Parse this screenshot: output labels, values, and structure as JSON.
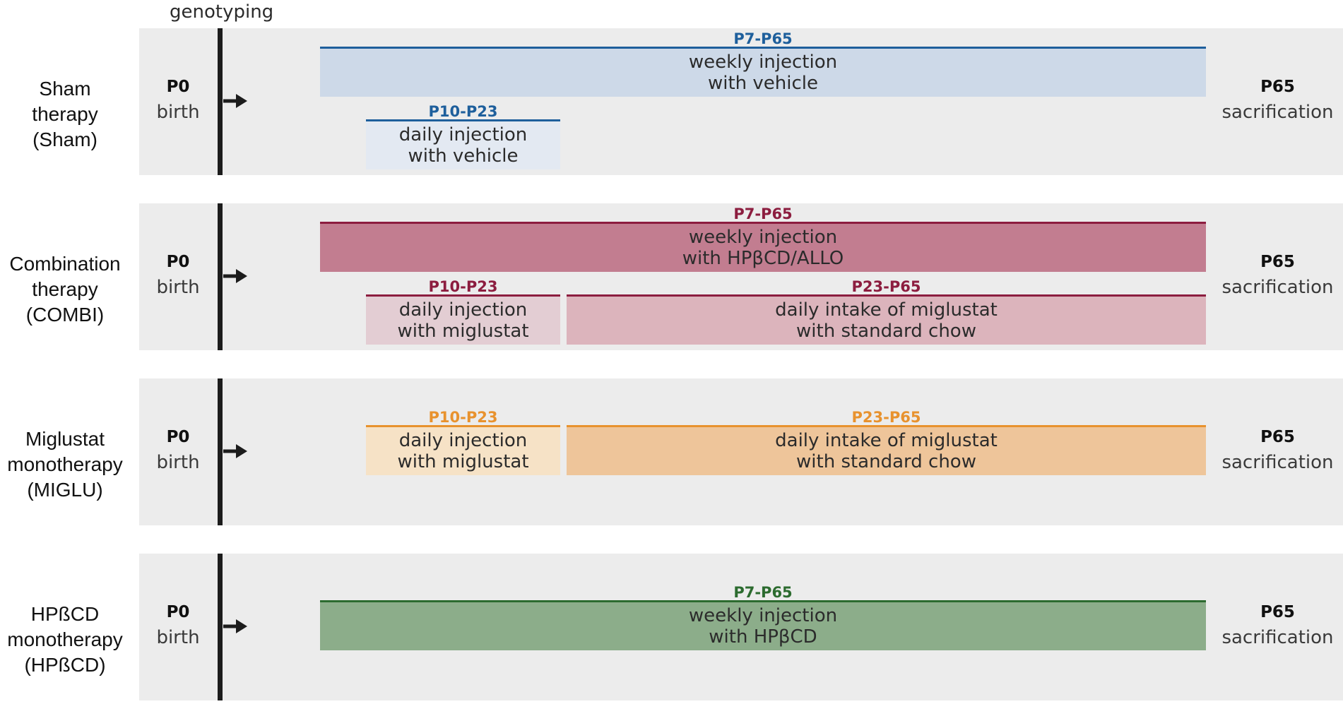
{
  "header": "genotyping",
  "colors": {
    "sham": "#1e5f9c",
    "combi": "#8c1d3f",
    "miglu": "#e8922e",
    "hpbcd": "#2c6b2f"
  },
  "rows": [
    {
      "label_lines": [
        "Sham",
        "therapy",
        "(Sham)"
      ],
      "start_code": "P0",
      "start_desc": "birth",
      "end_code": "P65",
      "end_desc": "sacrification",
      "bars": [
        {
          "label": "P7-P65",
          "lines": [
            "weekly injection",
            "with vehicle"
          ]
        },
        {
          "label": "P10-P23",
          "lines": [
            "daily injection",
            "with vehicle"
          ]
        }
      ]
    },
    {
      "label_lines": [
        "Combination",
        "therapy",
        "(COMBI)"
      ],
      "start_code": "P0",
      "start_desc": "birth",
      "end_code": "P65",
      "end_desc": "sacrification",
      "bars": [
        {
          "label": "P7-P65",
          "lines": [
            "weekly injection",
            "with HPβCD/ALLO"
          ]
        },
        {
          "label": "P10-P23",
          "lines": [
            "daily injection",
            "with miglustat"
          ]
        },
        {
          "label": "P23-P65",
          "lines": [
            "daily intake of miglustat",
            "with standard chow"
          ]
        }
      ]
    },
    {
      "label_lines": [
        "Miglustat",
        "monotherapy",
        "(MIGLU)"
      ],
      "start_code": "P0",
      "start_desc": "birth",
      "end_code": "P65",
      "end_desc": "sacrification",
      "bars": [
        {
          "label": "P10-P23",
          "lines": [
            "daily injection",
            "with miglustat"
          ]
        },
        {
          "label": "P23-P65",
          "lines": [
            "daily intake of miglustat",
            "with standard chow"
          ]
        }
      ]
    },
    {
      "label_lines": [
        "HPßCD",
        "monotherapy",
        "(HPßCD)"
      ],
      "start_code": "P0",
      "start_desc": "birth",
      "end_code": "P65",
      "end_desc": "sacrification",
      "bars": [
        {
          "label": "P7-P65",
          "lines": [
            "weekly injection",
            "with HPβCD"
          ]
        }
      ]
    }
  ]
}
